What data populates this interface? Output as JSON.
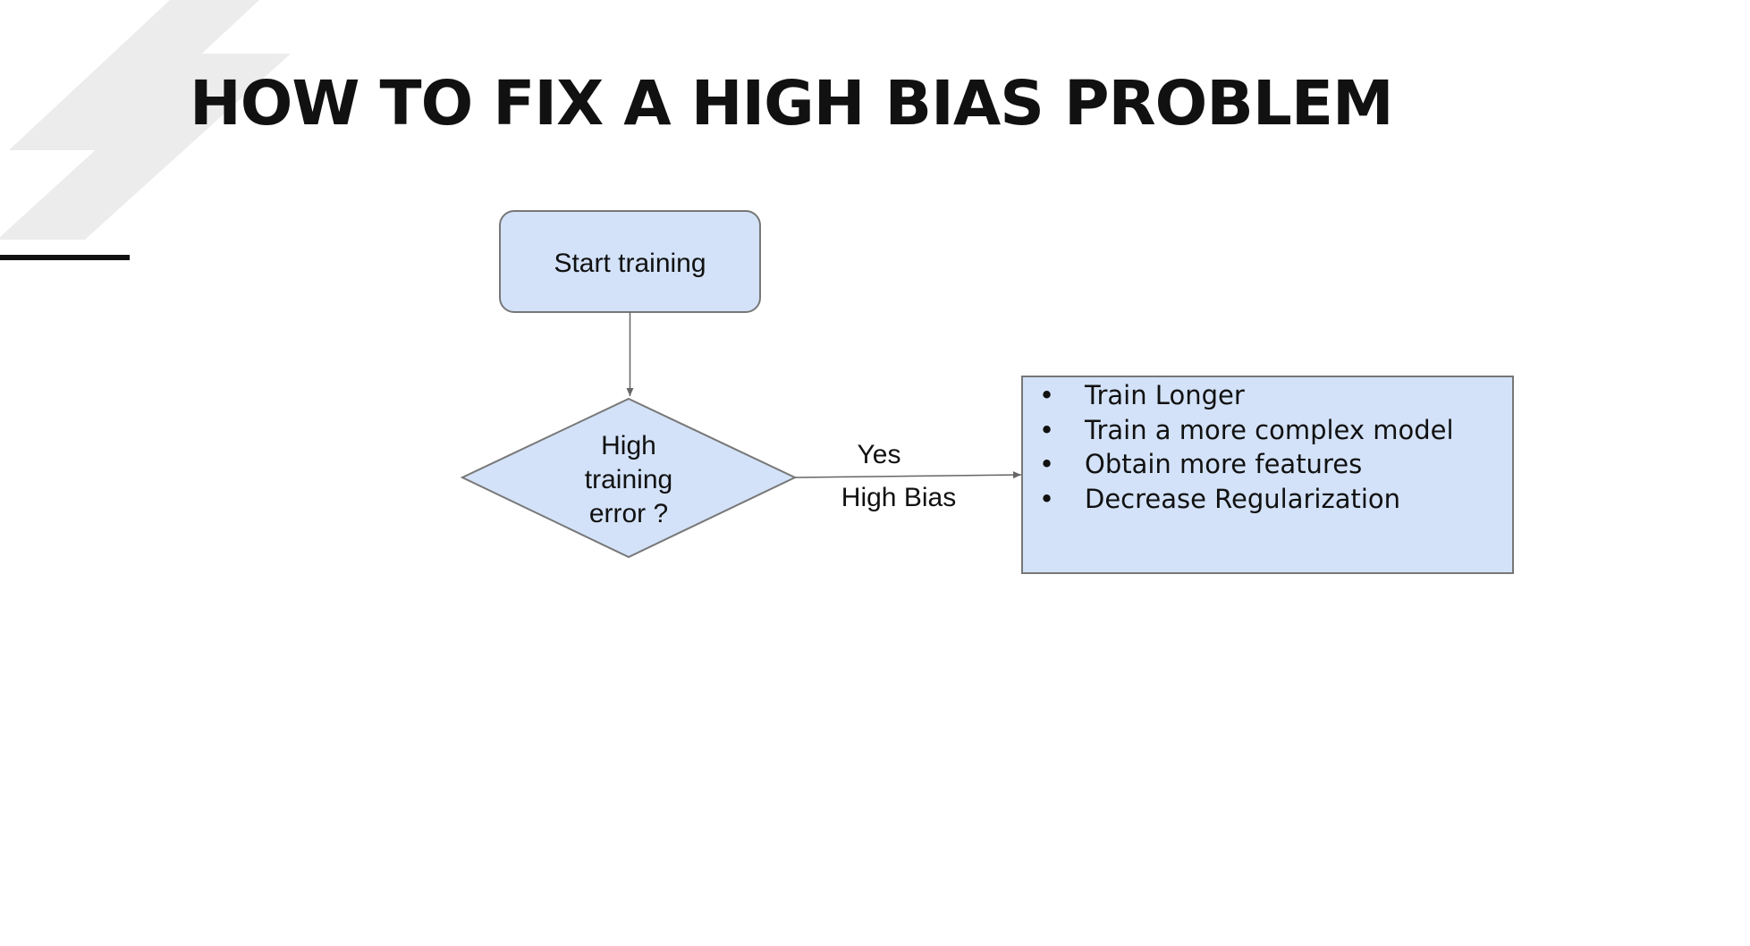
{
  "slide": {
    "title": "HOW TO FIX A HIGH BIAS PROBLEM"
  },
  "diagram": {
    "start_node": {
      "label": "Start training"
    },
    "decision_node": {
      "lines": [
        "High",
        "training",
        "error ?"
      ]
    },
    "edge": {
      "label_top": "Yes",
      "label_bottom": "High Bias"
    },
    "remedies": {
      "items": [
        "Train Longer",
        "Train a more complex model",
        "Obtain more features",
        "Decrease Regularization"
      ]
    }
  },
  "colors": {
    "node_fill": "#d3e2f8",
    "node_stroke": "#777777",
    "decoration": "#ececec",
    "title": "#111111"
  }
}
